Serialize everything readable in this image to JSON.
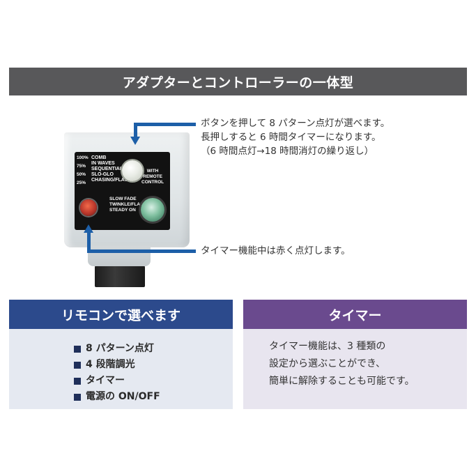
{
  "banner": {
    "title": "アダプターとコントローラーの一体型"
  },
  "controller": {
    "speed_labels": [
      "100%",
      "75%",
      "50%",
      "25%"
    ],
    "modes_top": [
      "COMB",
      "IN WAVES",
      "SEQUENTIAL",
      "SLO-GLO",
      "CHASING/FLASH"
    ],
    "modes_bottom": [
      "SLOW FADE",
      "TWINKLE/FLASH",
      "STEADY ON"
    ],
    "remote_label": [
      "WITH",
      "REMOTE",
      "CONTROL"
    ]
  },
  "callouts": {
    "button": {
      "line1": "ボタンを押して 8 パターン点灯が選べます。",
      "line2": "長押しすると 6 時間タイマーになります。",
      "line3": "（6 時間点灯→18 時間消灯の繰り返し）"
    },
    "led": {
      "text": "タイマー機能中は赤く点灯します。"
    }
  },
  "remote_panel": {
    "title": "リモコンで選べます",
    "items": [
      "8 パターン点灯",
      "4 段階調光",
      "タイマー",
      "電源の ON/OFF"
    ]
  },
  "timer_panel": {
    "title": "タイマー",
    "lines": [
      "タイマー機能は、3 種類の",
      "設定から選ぶことができ、",
      "簡単に解除することも可能です。"
    ]
  },
  "colors": {
    "banner": "#58585a",
    "arrow": "#1d5fa8",
    "remote_header": "#2c4a8c",
    "timer_header": "#6a4a8e"
  }
}
